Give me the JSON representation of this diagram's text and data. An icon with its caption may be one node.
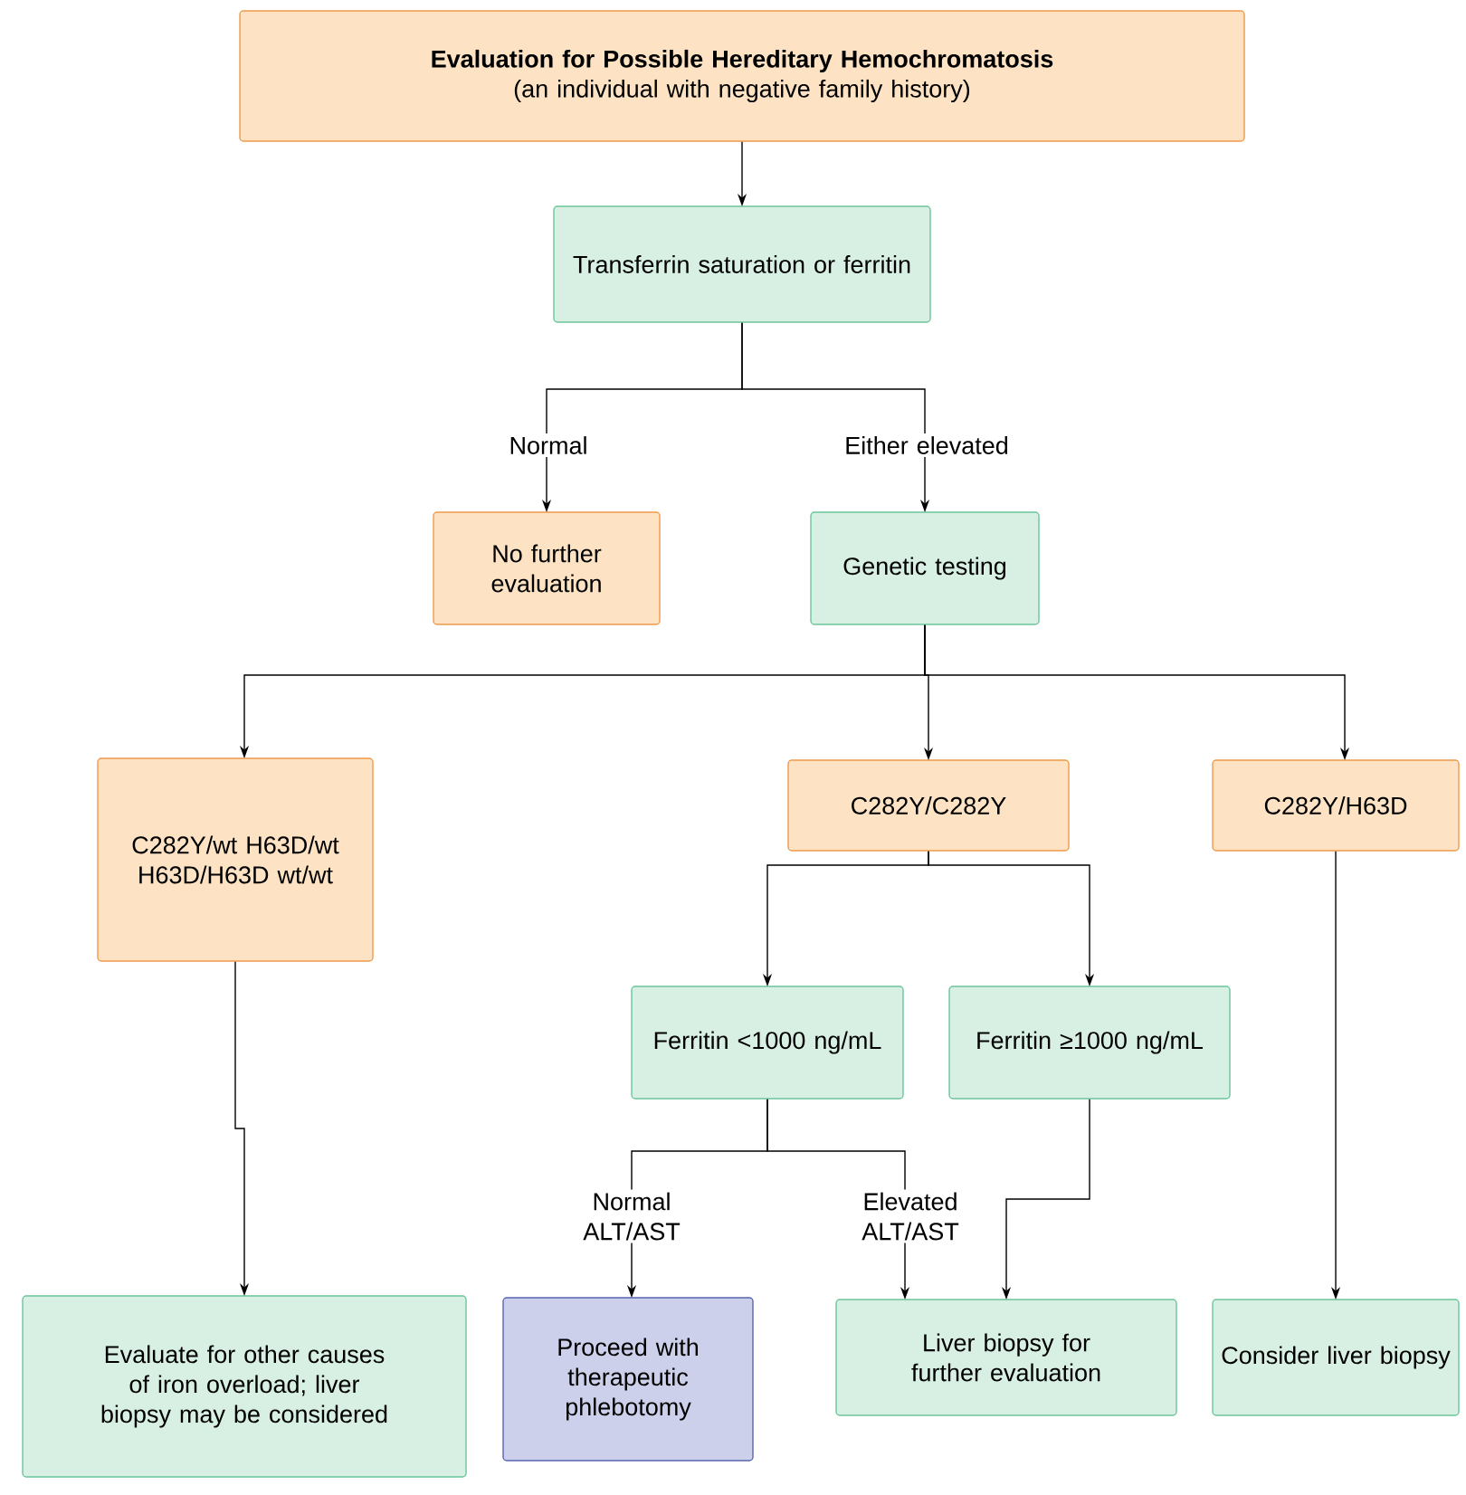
{
  "diagram": {
    "nodes": [
      {
        "text": [
          "Evaluation for Possible Hereditary Hemochromatosis",
          "(an individual with negative family history)"
        ]
      },
      {
        "text": [
          "Transferrin saturation or ferritin"
        ]
      },
      {
        "text": [
          "No further evaluation"
        ]
      },
      {
        "text": [
          "Genetic testing"
        ]
      },
      {
        "text": [
          "C282Y/wt H63D/wt H63D/H63D wt/wt"
        ]
      },
      {
        "text": [
          "C282Y/C282Y"
        ]
      },
      {
        "text": [
          "C282Y/H63D"
        ]
      },
      {
        "text": [
          "Ferritin <1000 ng/mL"
        ]
      },
      {
        "text": [
          "Ferritin ≥1000 ng/mL"
        ]
      },
      {
        "text": [
          "Evaluate for other causes of iron overload; liver biopsy may be considered"
        ]
      },
      {
        "text": [
          "Proceed with therapeutic phlebotomy"
        ]
      },
      {
        "text": [
          "Liver biopsy for further evaluation"
        ]
      },
      {
        "text": [
          "Consider liver biopsy"
        ]
      }
    ],
    "edges": [
      {
        "from": 0,
        "to": 1,
        "arrow": "to"
      },
      {
        "from": 1,
        "to": 2,
        "arrow": "to",
        "label": "Normal"
      },
      {
        "from": 1,
        "to": 3,
        "arrow": "to",
        "label": "Either elevated"
      },
      {
        "from": 3,
        "to": 4,
        "arrow": "to"
      },
      {
        "from": 3,
        "to": 5,
        "arrow": "to"
      },
      {
        "from": 3,
        "to": 6,
        "arrow": "to"
      },
      {
        "from": 4,
        "to": 9,
        "arrow": "to"
      },
      {
        "from": 5,
        "to": 7,
        "arrow": "to"
      },
      {
        "from": 5,
        "to": 8,
        "arrow": "to"
      },
      {
        "from": 7,
        "to": 10,
        "arrow": "to",
        "label": "Normal ALT/AST"
      },
      {
        "from": 7,
        "to": 11,
        "arrow": "to",
        "label": "Elevated ALT/AST"
      },
      {
        "from": 8,
        "to": 11,
        "arrow": "to"
      },
      {
        "from": 6,
        "to": 12,
        "arrow": "to"
      }
    ]
  }
}
